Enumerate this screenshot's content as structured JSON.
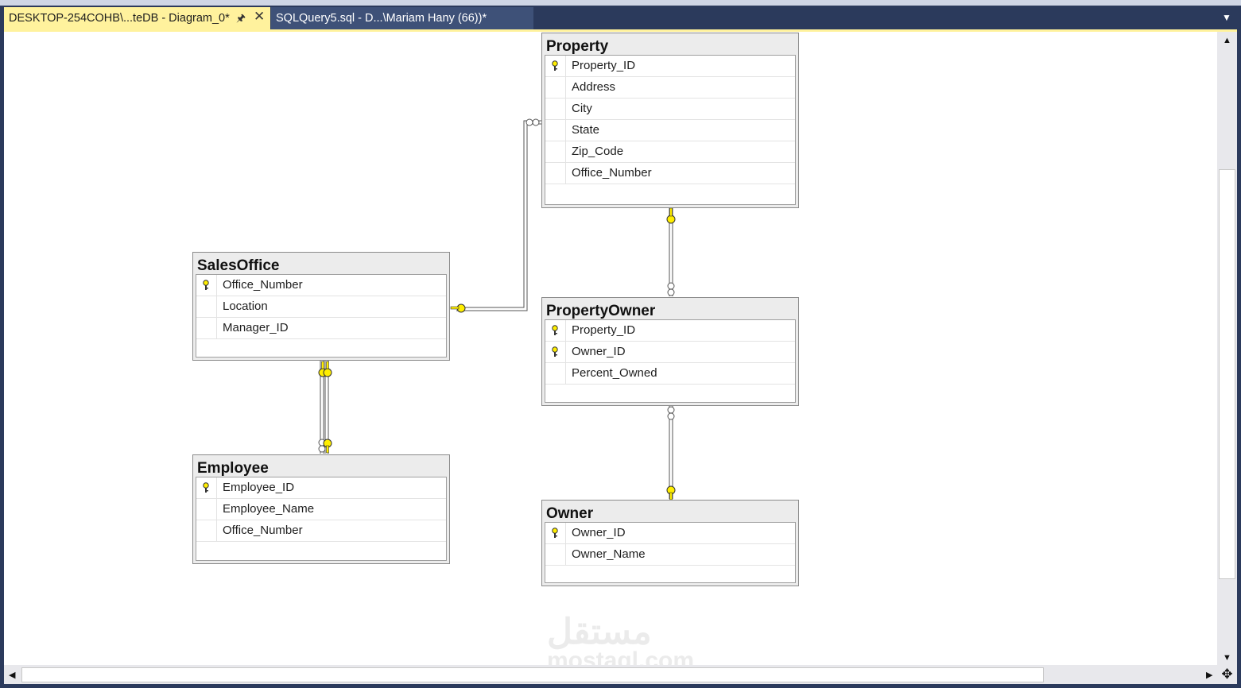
{
  "tabs": [
    {
      "label": "DESKTOP-254COHB\\...teDB - Diagram_0*",
      "active": true
    },
    {
      "label": "SQLQuery5.sql - D...\\Mariam Hany (66))*",
      "active": false
    }
  ],
  "icons": {
    "pin": "pin-icon",
    "close": "close-icon",
    "key": "primary-key-icon",
    "dropdown": "chevron-down-icon"
  },
  "tables": {
    "property": {
      "title": "Property",
      "columns": [
        {
          "name": "Property_ID",
          "pk": true
        },
        {
          "name": "Address"
        },
        {
          "name": "City"
        },
        {
          "name": "State"
        },
        {
          "name": "Zip_Code"
        },
        {
          "name": "Office_Number"
        }
      ]
    },
    "salesoffice": {
      "title": "SalesOffice",
      "columns": [
        {
          "name": "Office_Number",
          "pk": true
        },
        {
          "name": "Location"
        },
        {
          "name": "Manager_ID"
        }
      ]
    },
    "propertyowner": {
      "title": "PropertyOwner",
      "columns": [
        {
          "name": "Property_ID",
          "pk": true
        },
        {
          "name": "Owner_ID",
          "pk": true
        },
        {
          "name": "Percent_Owned"
        }
      ]
    },
    "employee": {
      "title": "Employee",
      "columns": [
        {
          "name": "Employee_ID",
          "pk": true
        },
        {
          "name": "Employee_Name"
        },
        {
          "name": "Office_Number"
        }
      ]
    },
    "owner": {
      "title": "Owner",
      "columns": [
        {
          "name": "Owner_ID",
          "pk": true
        },
        {
          "name": "Owner_Name"
        }
      ]
    }
  },
  "watermark": {
    "arabic": "مستقل",
    "latin": "mostaql.com"
  },
  "colors": {
    "tab_active": "#fff29d",
    "tab_bar": "#2b3a5c",
    "key_yellow": "#ffee00"
  }
}
